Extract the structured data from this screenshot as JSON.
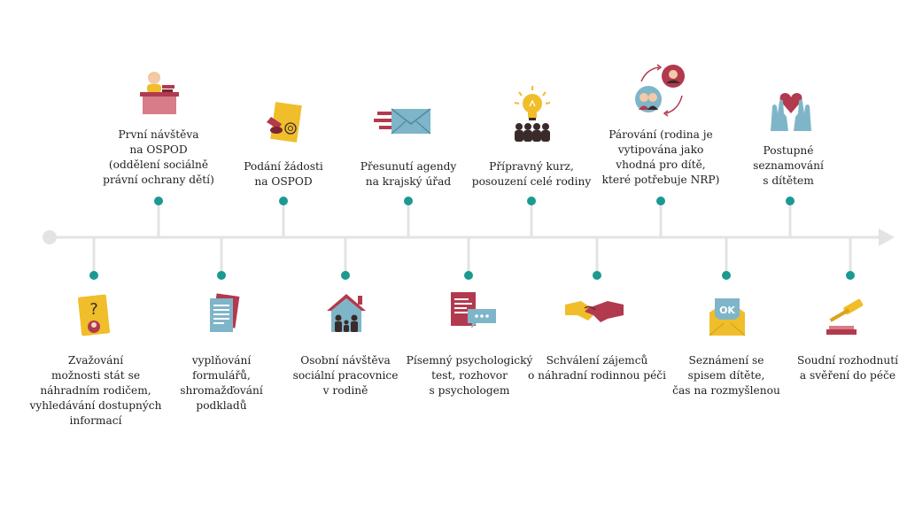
{
  "colors": {
    "line": "#e3e3e3",
    "dot": "#1a9a90",
    "accent_red": "#b23a4e",
    "accent_yellow": "#f0be2a",
    "accent_blue": "#7fb5c9",
    "accent_dark": "#3a2a2a"
  },
  "steps": [
    {
      "text": "Zvažování\nmožnosti stát se\nnáhradním rodičem,\nvyhledávání dostupných\ninformací",
      "icon": "question-document-icon"
    },
    {
      "text": "První návštěva\nna OSPOD\n(oddělení sociálně\nprávní ochrany dětí)",
      "icon": "office-desk-icon"
    },
    {
      "text": "vyplňování\nformulářů,\nshromažďování\npodkladů",
      "icon": "forms-icon"
    },
    {
      "text": "Podání žádosti\nna OSPOD",
      "icon": "stamped-document-icon"
    },
    {
      "text": "Osobní návštěva\nsociální pracovnice\nv rodině",
      "icon": "house-family-icon"
    },
    {
      "text": "Přesunutí agendy\nna krajský úřad",
      "icon": "flying-envelope-icon"
    },
    {
      "text": "Písemný psychologický\ntest, rozhovor\ns psychologem",
      "icon": "test-chat-icon"
    },
    {
      "text": "Přípravný kurz,\nposouzení celé rodiny",
      "icon": "lightbulb-group-icon"
    },
    {
      "text": "Schválení zájemců\no náhradní rodinnou péči",
      "icon": "handshake-icon"
    },
    {
      "text": "Párování (rodina je\nvytipována jako\nvhodná pro dítě,\nkteré potřebuje NRP)",
      "icon": "matching-icon"
    },
    {
      "text": "Seznámení se\nspisem dítěte,\nčas na rozmyšlenou",
      "icon": "ok-envelope-icon"
    },
    {
      "text": "Postupné\nseznamování\ns dítětem",
      "icon": "hands-heart-icon"
    },
    {
      "text": "Soudní rozhodnutí\na svěření do péče",
      "icon": "gavel-icon"
    }
  ]
}
